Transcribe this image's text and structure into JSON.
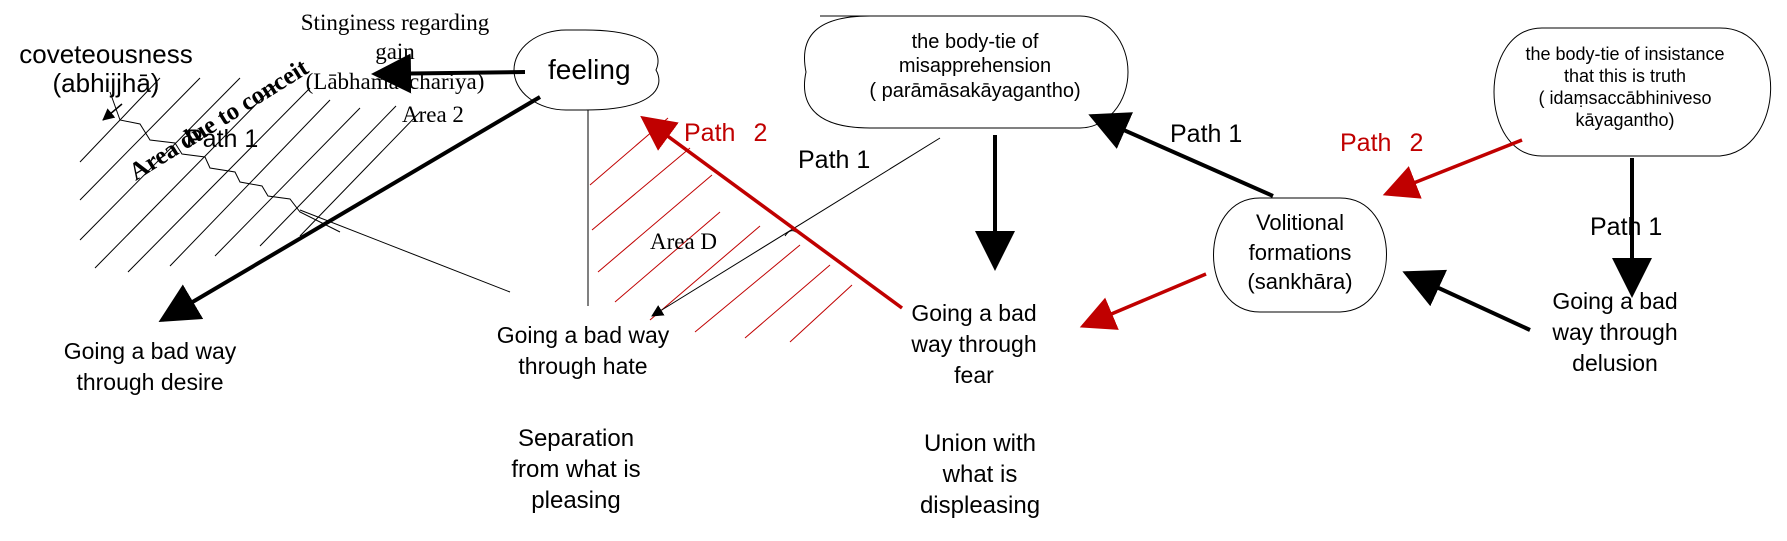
{
  "colors": {
    "ink": "#000000",
    "accent": "#c00000",
    "background": "#ffffff"
  },
  "nodes": {
    "feeling": "feeling",
    "misapprehension": [
      "the body-tie of",
      "misapprehension",
      "( parāmāsakāyagantho)"
    ],
    "insistance": [
      "the body-tie of insistance",
      "that this is truth",
      "( idaṃsaccābhiniveso",
      "kāyagantho)"
    ],
    "volitional": [
      "Volitional",
      "formations",
      "(sankhāra)"
    ]
  },
  "labels": {
    "covetousness": [
      "coveteousness",
      "(abhijjhā)"
    ],
    "stinginess": [
      "Stinginess regarding",
      "gain",
      "(Lābhamacchariya)"
    ],
    "area2": "Area 2",
    "area_conceit": "Area due to conceit",
    "area_d": "Area D",
    "desire": [
      "Going a bad way",
      "through desire"
    ],
    "hate": [
      "Going a bad way",
      "through hate"
    ],
    "fear": [
      "Going a bad",
      "way through",
      "fear"
    ],
    "delusion": [
      "Going a bad",
      "way through",
      "delusion"
    ],
    "separation": [
      "Separation",
      "from what is",
      "pleasing"
    ],
    "union": [
      "Union with",
      "what is",
      "displeasing"
    ]
  },
  "paths": {
    "path1": "Path 1",
    "path2_word": "Path",
    "path2_num": "2"
  }
}
